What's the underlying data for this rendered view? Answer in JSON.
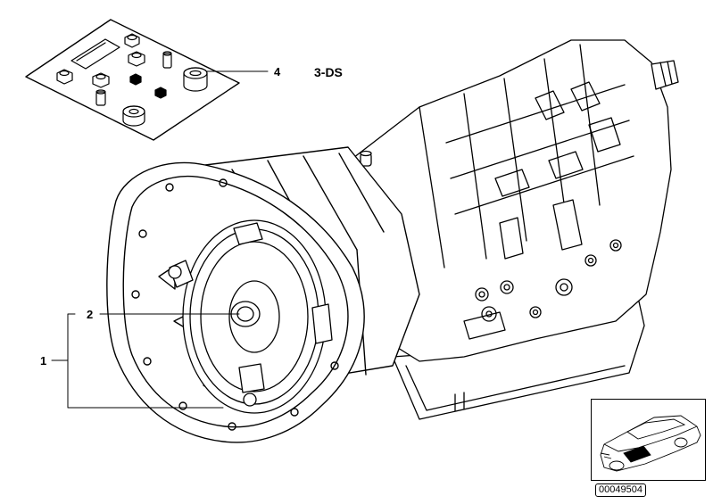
{
  "callouts": {
    "c1": "1",
    "c2": "2",
    "c4": "4",
    "variant": "3-DS"
  },
  "reference_number": "00049504",
  "colors": {
    "line": "#000000",
    "background": "#ffffff",
    "highlight": "#000000"
  }
}
